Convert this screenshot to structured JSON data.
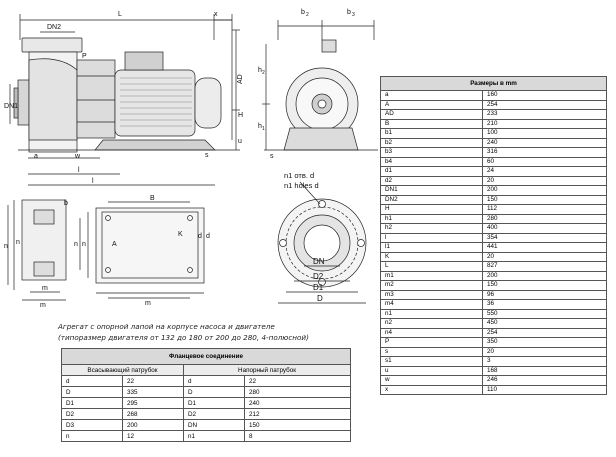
{
  "drawing_labels": {
    "dn2": "DN2",
    "dn1": "DN1",
    "L": "L",
    "x": "x",
    "b2": "b",
    "b3": "b",
    "sub2": "2",
    "sub3": "3",
    "P": "P",
    "AD": "AD",
    "h2": "h",
    "h1": "h",
    "H": "H",
    "hsub2": "2",
    "hsub1": "1",
    "u": "u",
    "s": "s",
    "s1": "s",
    "a": "a",
    "w": "w",
    "l1": "l",
    "l": "l",
    "b4": "b",
    "B": "B",
    "n1": "n",
    "n2": "n",
    "n3": "n",
    "n4": "n",
    "A": "A",
    "K": "K",
    "d1": "d",
    "d2": "d",
    "m1": "m",
    "m2": "m",
    "m3": "m",
    "hole_ru": "n1 отв. d",
    "hole_en": "n1 holes d",
    "DN": "DN",
    "D2": "D2",
    "D1": "D1",
    "D": "D"
  },
  "caption": {
    "line1": "Агрегат с опорной лапой на корпусе насоса и двигателе",
    "line2": "(типоразмер двигателя от 132 до 180 от 200 до 280, 4-полюсной)"
  },
  "sizes_table": {
    "header": "Размеры в mm",
    "rows": [
      [
        "a",
        "160"
      ],
      [
        "A",
        "254"
      ],
      [
        "AD",
        "233"
      ],
      [
        "B",
        "210"
      ],
      [
        "b1",
        "100"
      ],
      [
        "b2",
        "240"
      ],
      [
        "b3",
        "316"
      ],
      [
        "b4",
        "60"
      ],
      [
        "d1",
        "24"
      ],
      [
        "d2",
        "20"
      ],
      [
        "DN1",
        "200"
      ],
      [
        "DN2",
        "150"
      ],
      [
        "H",
        "112"
      ],
      [
        "h1",
        "280"
      ],
      [
        "h2",
        "400"
      ],
      [
        "l",
        "354"
      ],
      [
        "l1",
        "441"
      ],
      [
        "K",
        "20"
      ],
      [
        "L",
        "827"
      ],
      [
        "m1",
        "200"
      ],
      [
        "m2",
        "150"
      ],
      [
        "m3",
        "96"
      ],
      [
        "m4",
        "36"
      ],
      [
        "n1",
        "550"
      ],
      [
        "n2",
        "450"
      ],
      [
        "n4",
        "254"
      ],
      [
        "P",
        "350"
      ],
      [
        "s",
        "20"
      ],
      [
        "s1",
        "3"
      ],
      [
        "u",
        "168"
      ],
      [
        "w",
        "246"
      ],
      [
        "x",
        "110"
      ]
    ]
  },
  "flange_table": {
    "header": "Фланцевое соединение",
    "col_suction": "Всасывающий патрубок",
    "col_discharge": "Напорный патрубок",
    "rows": [
      [
        "d",
        "22",
        "d",
        "22"
      ],
      [
        "D",
        "335",
        "D",
        "280"
      ],
      [
        "D1",
        "295",
        "D1",
        "240"
      ],
      [
        "D2",
        "268",
        "D2",
        "212"
      ],
      [
        "D3",
        "200",
        "DN",
        "150"
      ],
      [
        "n",
        "12",
        "n1",
        "8"
      ]
    ]
  }
}
